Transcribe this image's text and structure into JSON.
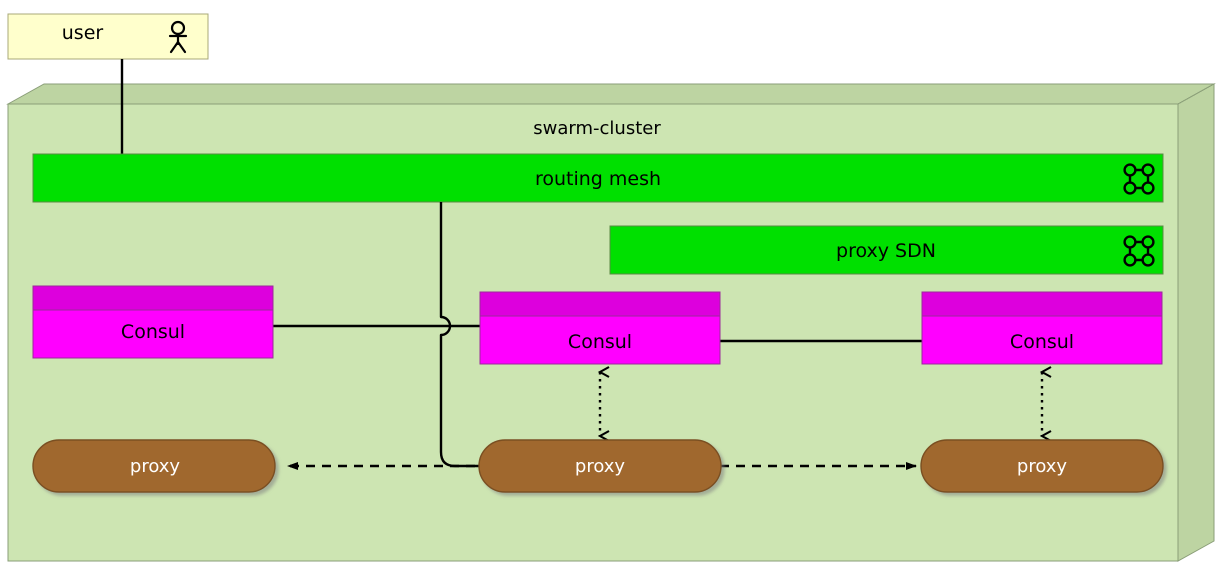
{
  "diagram": {
    "kind": "uml-deployment-diagram",
    "colors": {
      "page_background": "#ffffff",
      "actor_fill": "#ffffcc",
      "actor_stroke": "#a8a878",
      "cluster_front_fill": "#cde5b2",
      "cluster_top_fill": "#bdd4a2",
      "cluster_side_fill": "#bdd4a2",
      "cluster_stroke": "#8a9e78",
      "sdn_fill": "#00e000",
      "sdn_stroke": "#5a8a44",
      "component_header_fill": "#dd00dd",
      "component_body_fill": "#ff00ff",
      "component_stroke": "#9a2a9a",
      "node_fill": "#a0682d",
      "node_stroke": "#7a4f22",
      "node_text": "#ffffff",
      "line_stroke": "#000000"
    }
  },
  "actor": {
    "label": "user",
    "icon": "stick-figure-actor-icon"
  },
  "cluster": {
    "title": "swarm-cluster"
  },
  "networks": [
    {
      "id": "routing-mesh",
      "label": "routing mesh",
      "icon": "node-network-icon"
    },
    {
      "id": "proxy-sdn",
      "label": "proxy SDN",
      "icon": "node-network-icon"
    }
  ],
  "components": [
    {
      "id": "consul-1",
      "label": "Consul"
    },
    {
      "id": "consul-2",
      "label": "Consul"
    },
    {
      "id": "consul-3",
      "label": "Consul"
    }
  ],
  "nodes": [
    {
      "id": "proxy-1",
      "label": "proxy"
    },
    {
      "id": "proxy-2",
      "label": "proxy"
    },
    {
      "id": "proxy-3",
      "label": "proxy"
    }
  ],
  "connections": [
    {
      "id": "user-to-routing-mesh",
      "from": "user",
      "to": "routing-mesh",
      "style": "solid",
      "arrow": "none"
    },
    {
      "id": "consul1-to-consul2",
      "from": "consul-1",
      "to": "consul-2",
      "style": "solid",
      "arrow": "none"
    },
    {
      "id": "consul2-to-consul3",
      "from": "consul-2",
      "to": "consul-3",
      "style": "solid",
      "arrow": "none"
    },
    {
      "id": "routing-mesh-to-proxy2",
      "from": "routing-mesh",
      "to": "proxy-2",
      "style": "solid",
      "arrow": "none",
      "hop": "crosses consul1-consul2 link"
    },
    {
      "id": "proxy2-to-proxy1",
      "from": "proxy-2",
      "to": "proxy-1",
      "style": "dashed",
      "arrow": "filled-left"
    },
    {
      "id": "proxy2-to-proxy3",
      "from": "proxy-2",
      "to": "proxy-3",
      "style": "dashed",
      "arrow": "filled-right"
    },
    {
      "id": "consul2-proxy2",
      "from": "consul-2",
      "to": "proxy-2",
      "style": "dotted",
      "arrow": "open-both"
    },
    {
      "id": "consul3-proxy3",
      "from": "consul-3",
      "to": "proxy-3",
      "style": "dotted",
      "arrow": "open-both"
    }
  ]
}
